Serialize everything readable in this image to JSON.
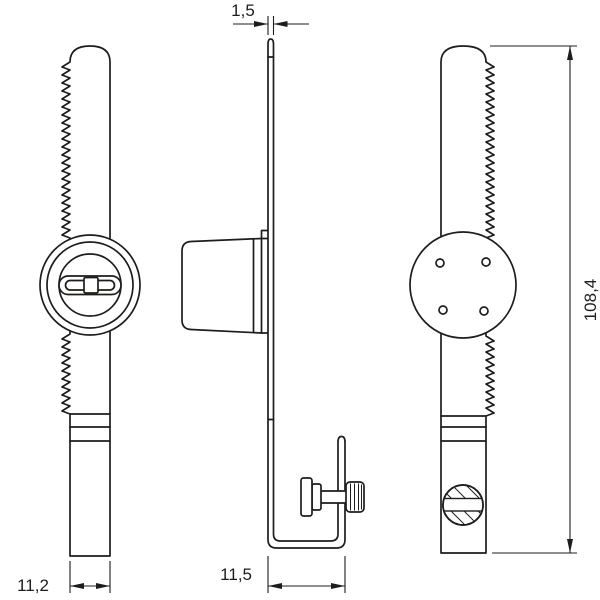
{
  "dimensions": {
    "strip_thickness": "1,5",
    "bar_width": "11,2",
    "bracket_depth": "11,5",
    "overall_height": "108,4"
  },
  "colors": {
    "background": "#ffffff",
    "line": "#1d1d1b"
  }
}
